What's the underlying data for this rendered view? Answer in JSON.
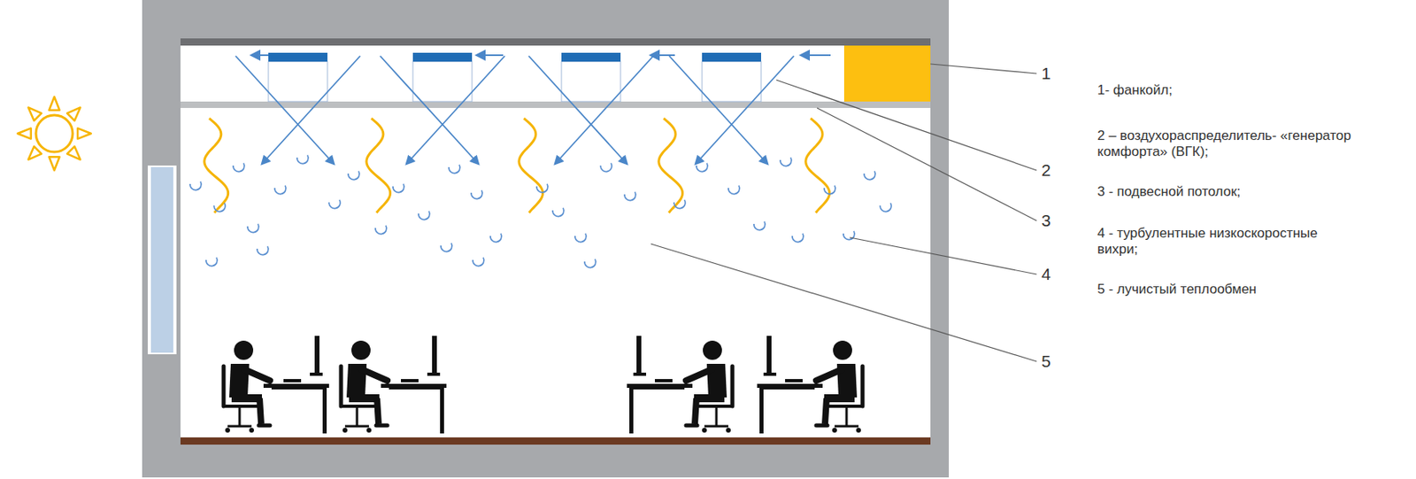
{
  "diagram": {
    "labels": [
      "1",
      "2",
      "3",
      "4",
      "5",
      "1- фанкойл;",
      "2 – воздухораспределитель- «генератор комфорта» (ВГК);",
      "3 - подвесной потолок;",
      "4 - турбулентные низкоскоростные вихри;",
      "5 - лучистый теплообмен"
    ]
  }
}
